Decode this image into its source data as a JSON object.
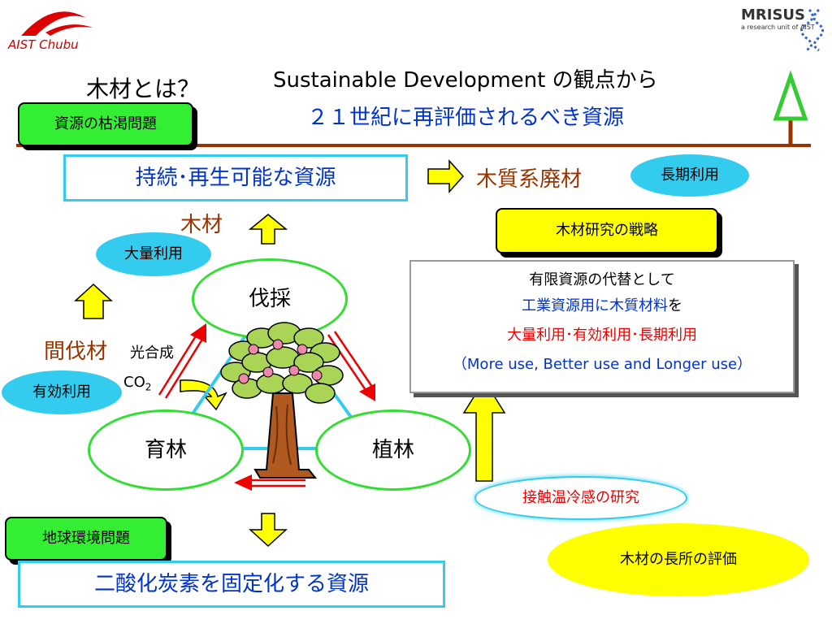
{
  "logos": {
    "left_text": "AIST Chubu",
    "right_title": "MRISUS",
    "right_sub": "a research unit of AIST"
  },
  "header": {
    "title_en": "Sustainable Development の観点から",
    "subtitle": "２１世紀に再評価されるべき資源",
    "question": "木材とは？"
  },
  "left_top_label": "資源の枯渇問題",
  "bottom_left_label": "地球環境問題",
  "renewable_box": "持続･再生可能な資源",
  "wood_waste": "木質系廃材",
  "long_term_use": "長期利用",
  "strategy_label": "木材研究の戦略",
  "mass_use": "大量利用",
  "effective_use": "有効利用",
  "mokuzai": "木材",
  "thinning": "間伐材",
  "photosynthesis": "光合成",
  "co2": "CO",
  "co2_sub": "2",
  "cycle": {
    "cut": "伐採",
    "grow": "育林",
    "plant": "植林"
  },
  "strategy_text": {
    "line1": "有限資源の代替として",
    "line2a": "工業資源用に木質材料",
    "line2b": "を",
    "line3": "大量利用･有効利用･長期利用",
    "line4": "（More use, Better use and Longer use）"
  },
  "contact_research": "接触温冷感の研究",
  "evaluation": "木材の長所の評価",
  "co2_fixation": "二酸化炭素を固定化する資源",
  "colors": {
    "green": "#33ee33",
    "yellow": "#ffff00",
    "cyan": "#33ccee",
    "brown": "#993300",
    "blue": "#0033cc",
    "red": "#ff0000"
  }
}
